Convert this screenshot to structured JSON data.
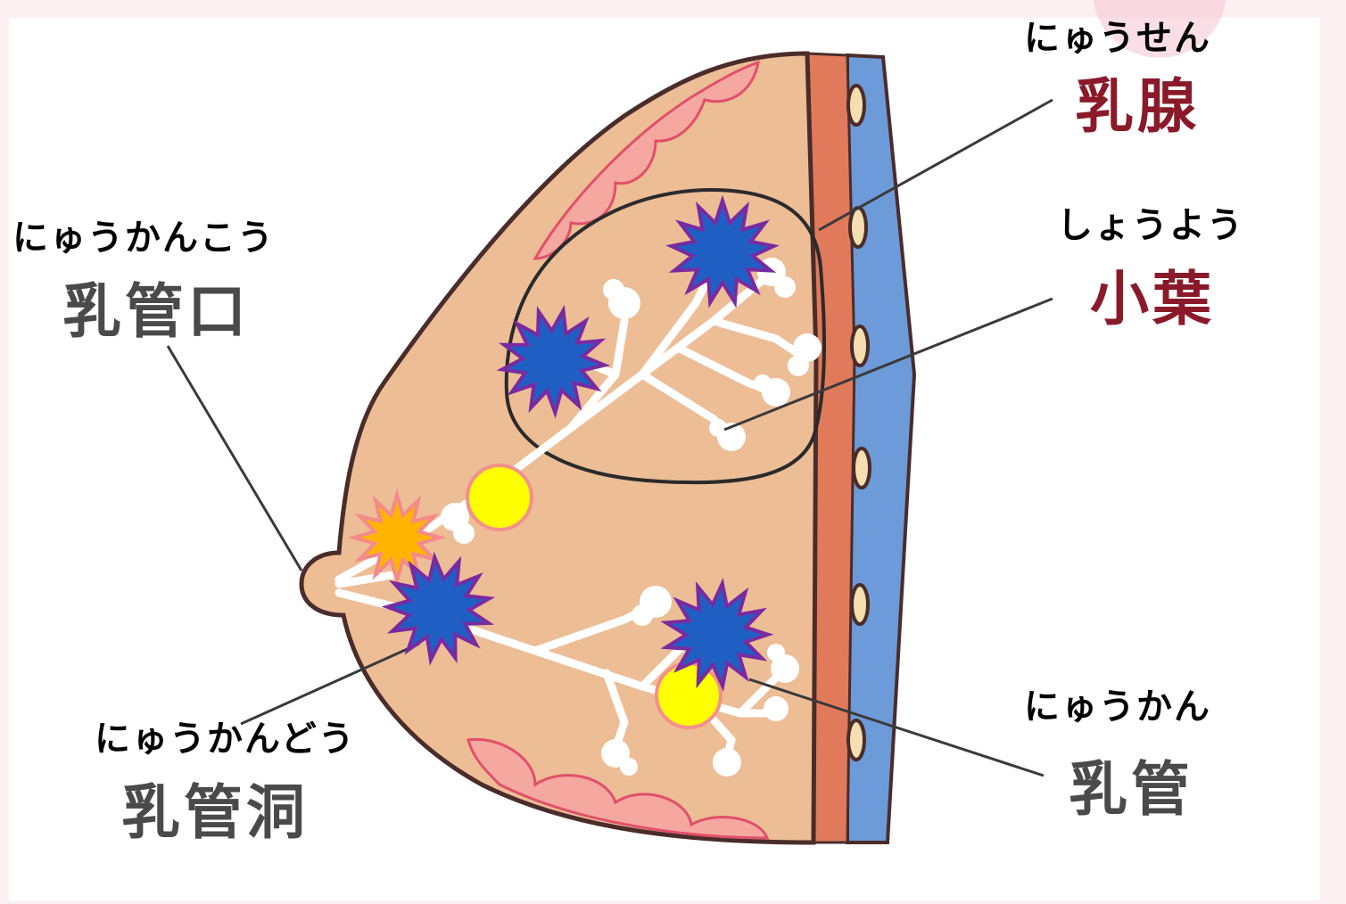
{
  "labels": {
    "mammary_gland": {
      "ruby": "にゅうせん",
      "kanji": "乳腺"
    },
    "lobule": {
      "ruby": "しょうよう",
      "kanji": "小葉"
    },
    "duct_opening": {
      "ruby": "にゅうかんこう",
      "kanji": "乳管口"
    },
    "lactiferous_sinus": {
      "ruby": "にゅうかんどう",
      "kanji": "乳管洞"
    },
    "milk_duct": {
      "ruby": "にゅうかん",
      "kanji": "乳管"
    }
  },
  "colors": {
    "background": "#fdf0f2",
    "panel": "#ffffff",
    "breast_tissue": "#edbd96",
    "outline": "#4a2c2a",
    "fat_lobes": "#f4a8a0",
    "muscle": "#e07a5a",
    "chest_wall": "#6d9ad8",
    "tumor_marker": "#1f5fc4",
    "tumor_outline": "#7a2aa0",
    "yellow_marker": "#ffff00",
    "orange_marker": "#ffb400"
  }
}
